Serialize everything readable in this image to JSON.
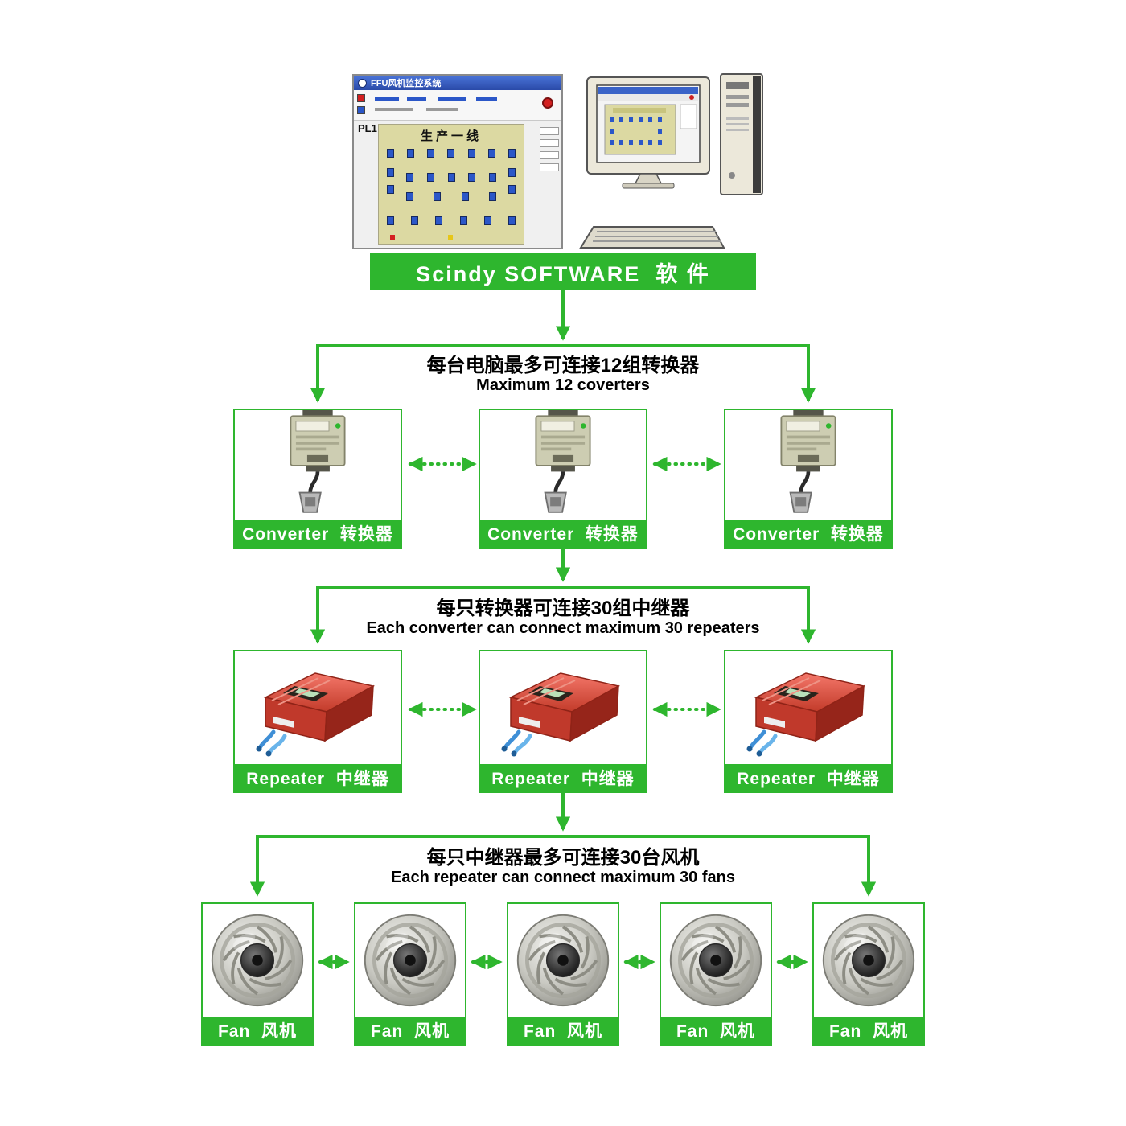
{
  "colors": {
    "green": "#2eb62e"
  },
  "software": {
    "banner_label": "Scindy SOFTWARE  软 件",
    "screen": {
      "title": "FFU风机监控系统",
      "station": "PL1",
      "area_label": "生产一线"
    }
  },
  "levels": {
    "converters": {
      "note_zh": "每台电脑最多可连接12组转换器",
      "note_en": "Maximum 12 coverters",
      "nodes": [
        {
          "label": "Converter  转换器"
        },
        {
          "label": "Converter  转换器"
        },
        {
          "label": "Converter  转换器"
        }
      ]
    },
    "repeaters": {
      "note_zh": "每只转换器可连接30组中继器",
      "note_en": "Each converter can connect maximum 30 repeaters",
      "nodes": [
        {
          "label": "Repeater  中继器"
        },
        {
          "label": "Repeater  中继器"
        },
        {
          "label": "Repeater  中继器"
        }
      ]
    },
    "fans": {
      "note_zh": "每只中继器最多可连接30台风机",
      "note_en": "Each repeater can connect maximum 30 fans",
      "nodes": [
        {
          "label": "Fan  风机"
        },
        {
          "label": "Fan  风机"
        },
        {
          "label": "Fan  风机"
        },
        {
          "label": "Fan  风机"
        },
        {
          "label": "Fan  风机"
        }
      ]
    }
  }
}
